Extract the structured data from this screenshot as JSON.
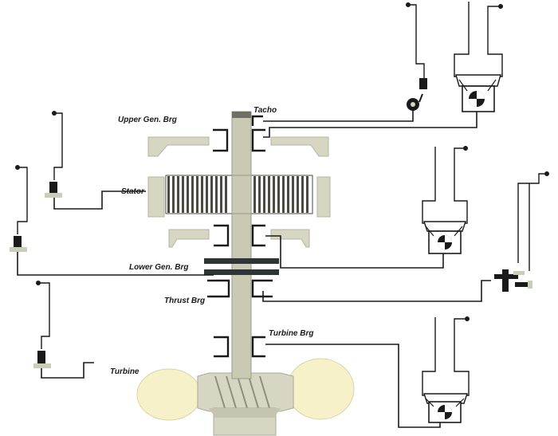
{
  "labels": {
    "tacho": "Tacho",
    "upper_gen_brg": "Upper Gen. Brg",
    "stator": "Stator",
    "lower_gen_brg": "Lower Gen. Brg",
    "thrust_brg": "Thrust Brg",
    "turbine_brg": "Turbine Brg",
    "turbine": "Turbine"
  },
  "colors": {
    "line": "#1a1a1a",
    "shaft": "#c9c9b4",
    "shaft_dark": "#7d7d70",
    "component": "#d6d6c2",
    "component_dark": "#a8a896",
    "turbine_blob": "#f6f1c8",
    "stator_bar": "#4a4a42",
    "sensor_base": "#c8cfb8"
  },
  "icons": {
    "proximity_probe": "proximity-probe-icon",
    "accelerometer": "accelerometer-icon",
    "monitor_module": "monitor-module-icon",
    "keyphasor": "keyphasor-icon"
  }
}
